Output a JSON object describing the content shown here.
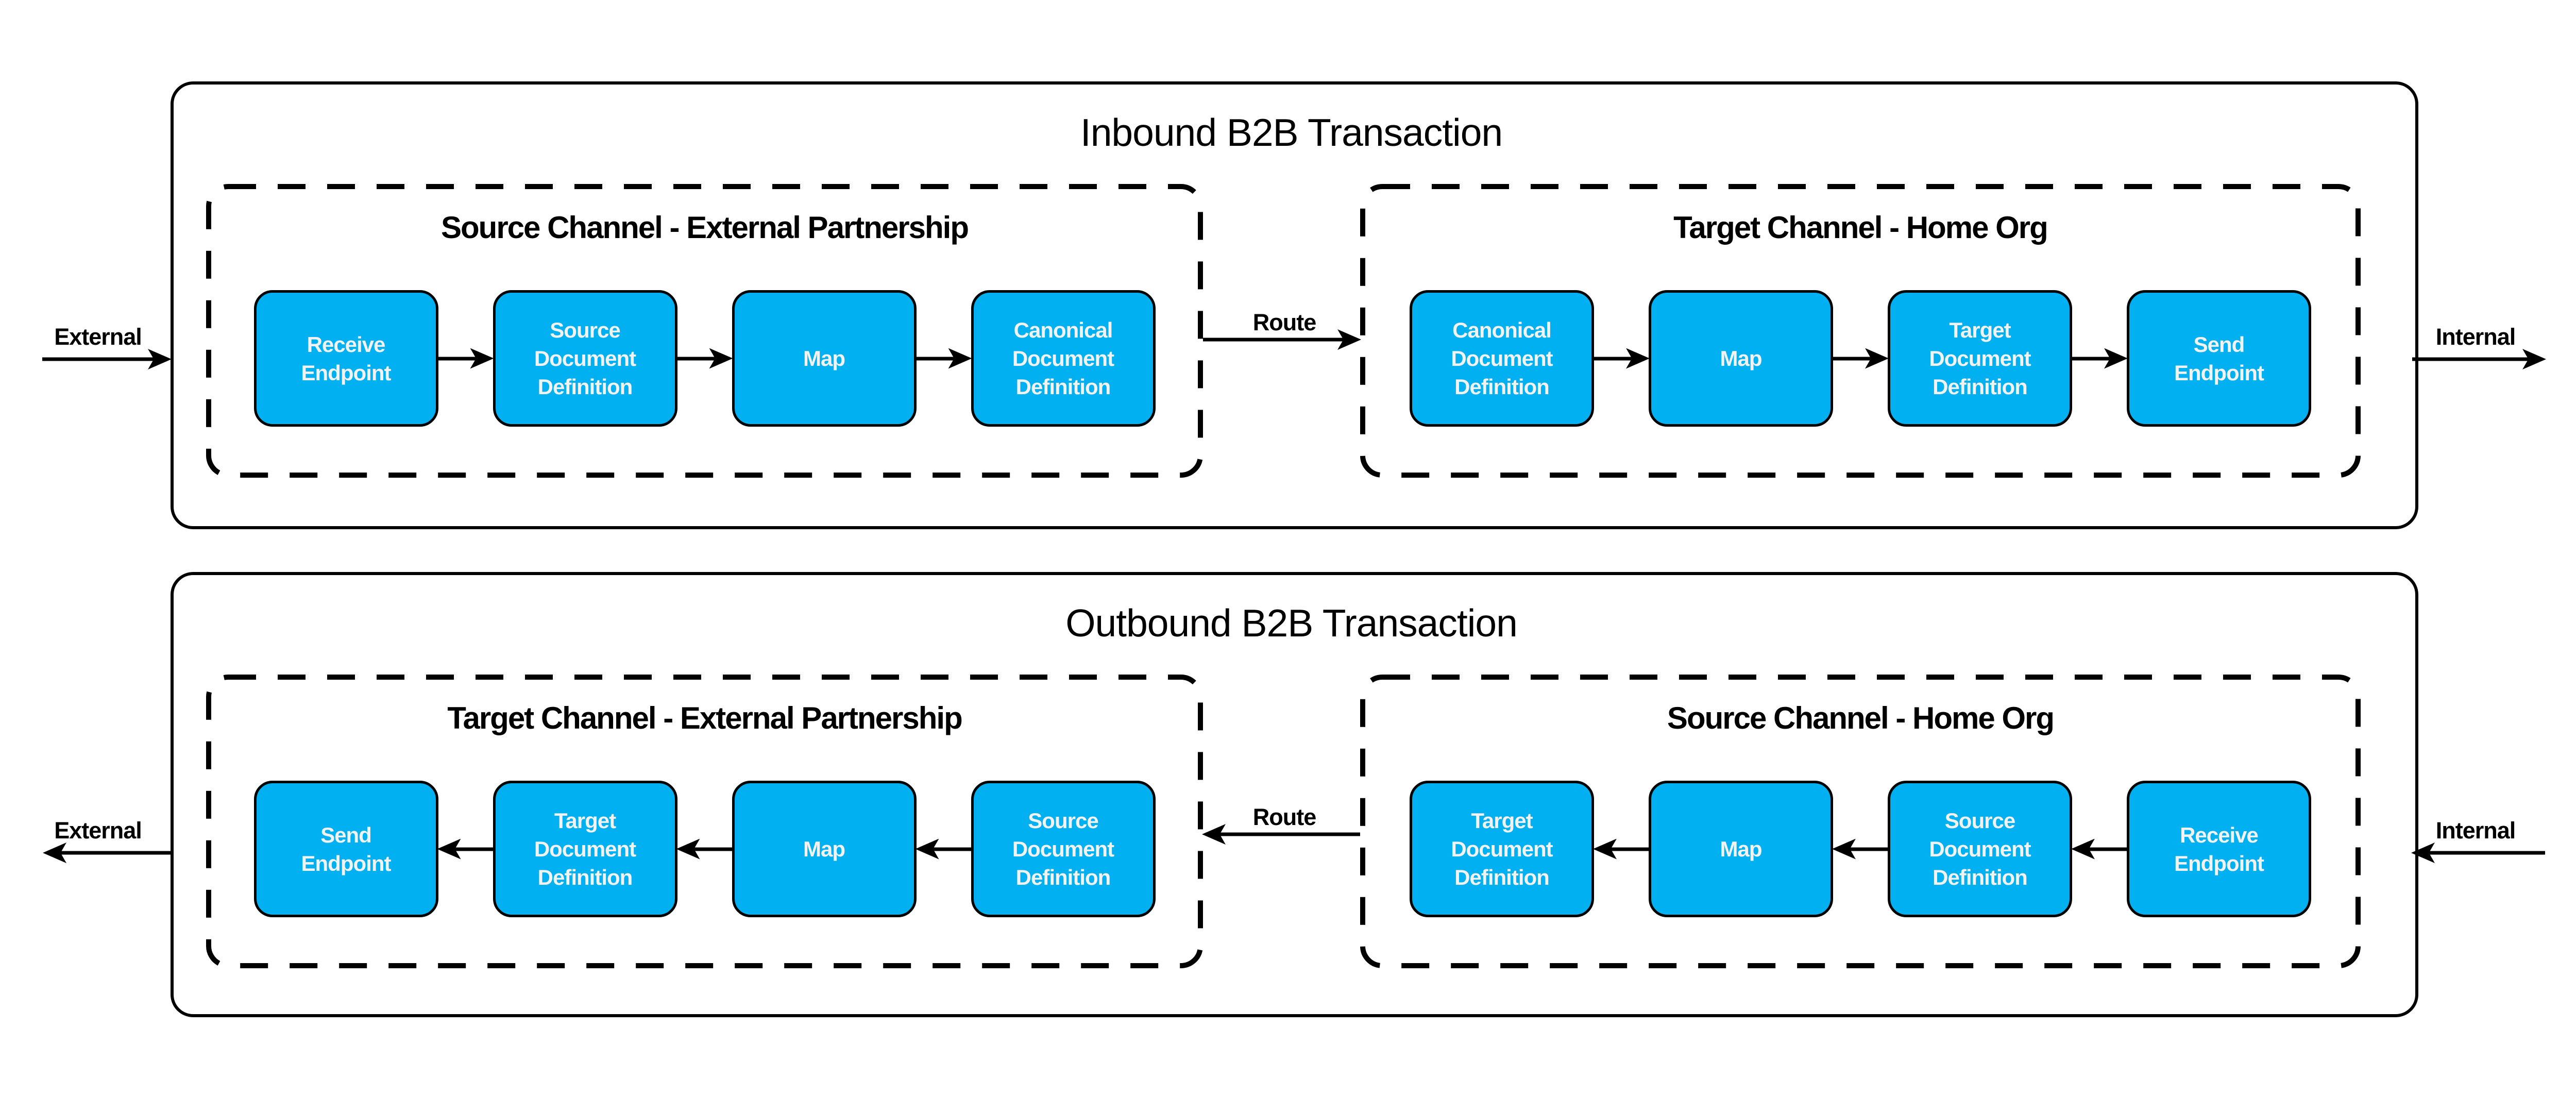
{
  "colors": {
    "node_fill": "#00B0F0",
    "node_border": "#000000",
    "node_text": "#F2F2F2",
    "line": "#000000",
    "text": "#000000"
  },
  "sections": [
    {
      "title": "Inbound B2B Transaction",
      "flow": "left-to-right",
      "edge_labels": {
        "left": "External",
        "right": "Internal",
        "route": "Route"
      },
      "channels": [
        {
          "title": "Source Channel - External Partnership",
          "boxes": [
            "Receive Endpoint",
            "Source Document Definition",
            "Map",
            "Canonical Document Definition"
          ]
        },
        {
          "title": "Target Channel - Home Org",
          "boxes": [
            "Canonical Document Definition",
            "Map",
            "Target Document Definition",
            "Send Endpoint"
          ]
        }
      ]
    },
    {
      "title": "Outbound B2B Transaction",
      "flow": "right-to-left",
      "edge_labels": {
        "left": "External",
        "right": "Internal",
        "route": "Route"
      },
      "channels": [
        {
          "title": "Target Channel - External Partnership",
          "boxes": [
            "Send Endpoint",
            "Target Document Definition",
            "Map",
            "Source Document Definition"
          ]
        },
        {
          "title": "Source Channel - Home Org",
          "boxes": [
            "Target Document Definition",
            "Map",
            "Source Document Definition",
            "Receive Endpoint"
          ]
        }
      ]
    }
  ]
}
